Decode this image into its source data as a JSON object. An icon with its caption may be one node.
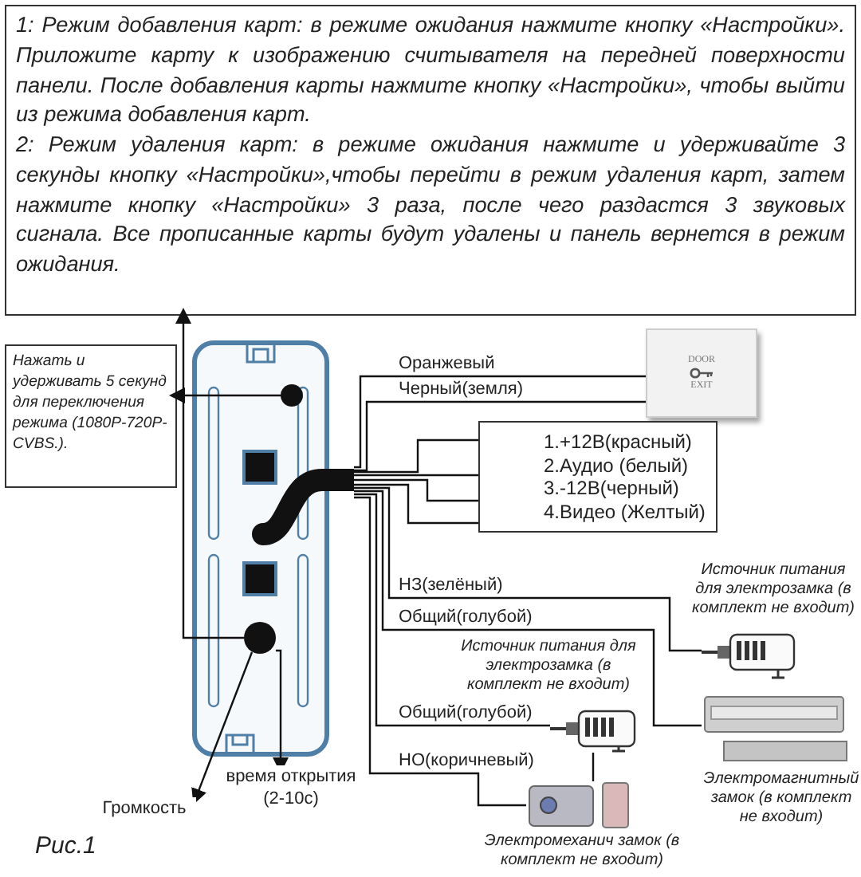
{
  "diagram": {
    "caption": "Рис.1",
    "nodes": [
      {
        "text": [
          "1: Режим добавления карт: в режиме ожидания нажмите кнопку «Настройки». Приложите карту к изображению считывателя на передней поверхности панели. После добавления карты нажмите кнопку «Настройки», чтобы выйти из режима добавления карт.",
          "2: Режим удаления карт: в режиме ожидания нажмите и удерживайте 3 секунды кнопку «Настройки»,чтобы перейти в режим удаления карт, затем нажмите кнопку «Настройки» 3 раза, после чего раздастся 3 звуковых сигнала. Все прописанные карты будут удалены и панель вернется в режим ожидания."
        ]
      },
      {
        "text": [
          "Нажать и удерживать 5 секунд для переключения режима (1080P-720P-CVBS.)."
        ]
      },
      {
        "text": [],
        "shape": "picture"
      },
      {
        "text": [],
        "shape": "circle",
        "in": 2
      },
      {
        "text": [],
        "shape": "circle",
        "in": 2
      },
      {
        "text": [
          "время открытия (2-10с)"
        ]
      },
      {
        "text": [
          "Громкость"
        ]
      },
      {
        "text": [
          "DOOR",
          "EXIT"
        ]
      },
      {
        "text": [
          "1.+12В(красный)",
          "2.Аудио (белый)",
          "3.-12В(черный)",
          "4.Видео (Желтый)"
        ]
      },
      {
        "text": [],
        "shape": "picture",
        "beside": [
          "Источник питания для электрозамка (в комплект не входит)"
        ]
      },
      {
        "text": [],
        "shape": "picture",
        "beside": [
          "Источник питания для электрозамка (в комплект не входит)"
        ]
      },
      {
        "text": [],
        "shape": "picture",
        "beside": [
          "Электромагнитный замок (в комплект не входит)"
        ]
      },
      {
        "text": [],
        "shape": "picture",
        "beside": [
          "Электромеханич замок (в комплект не входит)"
        ]
      }
    ],
    "edges": [
      {
        "from": 3,
        "to": 1,
        "arrow": "to"
      },
      {
        "from": 4,
        "to": 0,
        "arrow": "to"
      },
      {
        "from": 4,
        "to": 5,
        "arrow": "to"
      },
      {
        "from": 4,
        "to": 6,
        "arrow": "to"
      },
      {
        "from": 2,
        "to": 7,
        "arrow": "none",
        "label": "Оранжевый"
      },
      {
        "from": 2,
        "to": 7,
        "arrow": "none",
        "label": "Черный(земля)"
      },
      {
        "from": 2,
        "to": 8,
        "arrow": "none"
      },
      {
        "from": 2,
        "to": 8,
        "arrow": "none"
      },
      {
        "from": 2,
        "to": 8,
        "arrow": "none"
      },
      {
        "from": 2,
        "to": 8,
        "arrow": "none"
      },
      {
        "from": 2,
        "to": 9,
        "arrow": "none",
        "label": "НЗ(зелёный)"
      },
      {
        "from": 2,
        "to": 11,
        "arrow": "none",
        "label": "Общий(голубой)"
      },
      {
        "from": 2,
        "to": 10,
        "arrow": "none",
        "label": "Общий(голубой)"
      },
      {
        "from": 2,
        "to": 12,
        "arrow": "none",
        "label": "НО(коричневый)"
      },
      {
        "from": 10,
        "to": 12,
        "arrow": "none"
      }
    ]
  }
}
